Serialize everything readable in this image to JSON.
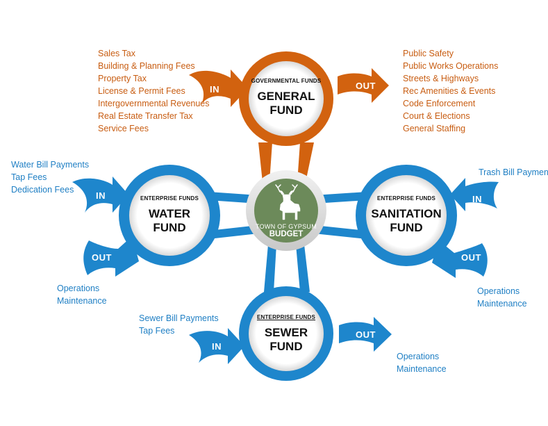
{
  "center": {
    "line1": "TOWN OF GYPSUM",
    "line2": "BUDGET",
    "icon": "deer-icon"
  },
  "arrow_in": "IN",
  "arrow_out": "OUT",
  "general": {
    "category": "GOVERNMENTAL FUNDS",
    "name_line1": "GENERAL",
    "name_line2": "FUND",
    "inputs": [
      "Sales Tax",
      "Building & Planning Fees",
      "Property Tax",
      "License & Permit Fees",
      "Intergovernmental Revenues",
      "Real Estate Transfer Tax",
      "Service Fees"
    ],
    "outputs": [
      "Public Safety",
      "Public Works Operations",
      "Streets & Highways",
      "Rec Amenities & Events",
      "Code Enforcement",
      "Court & Elections",
      "General Staffing"
    ]
  },
  "water": {
    "category": "ENTERPRISE FUNDS",
    "name_line1": "WATER",
    "name_line2": "FUND",
    "inputs": [
      "Water Bill Payments",
      "Tap Fees",
      "Dedication Fees"
    ],
    "outputs": [
      "Operations",
      "Maintenance"
    ]
  },
  "sanitation": {
    "category": "ENTERPRISE FUNDS",
    "name_line1": "SANITATION",
    "name_line2": "FUND",
    "inputs": [
      "Trash Bill Payments"
    ],
    "outputs": [
      "Operations",
      "Maintenance"
    ]
  },
  "sewer": {
    "category": "ENTERPRISE FUNDS",
    "name_line1": "SEWER",
    "name_line2": "FUND",
    "inputs": [
      "Sewer Bill Payments",
      "Tap Fees"
    ],
    "outputs": [
      "Operations",
      "Maintenance"
    ]
  },
  "colors": {
    "orange": "#d2620f",
    "blue": "#1e86cc",
    "green": "#6c8a5a"
  }
}
